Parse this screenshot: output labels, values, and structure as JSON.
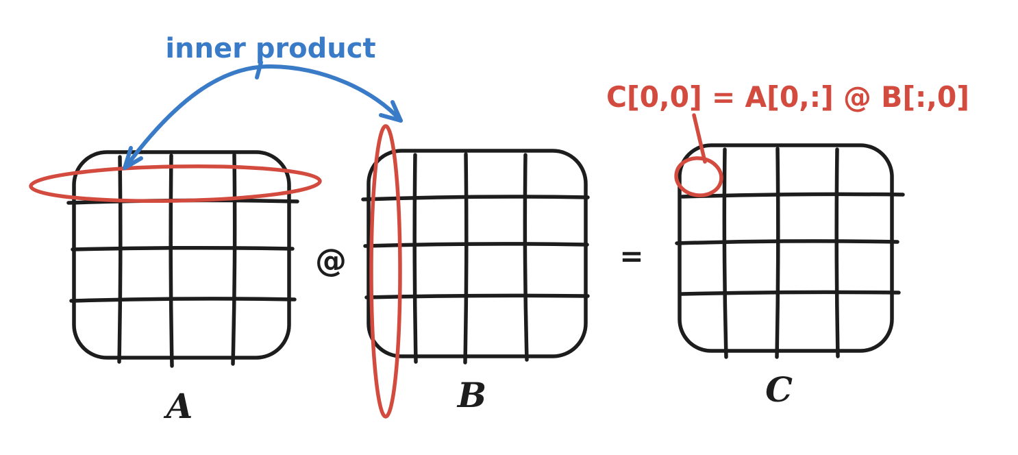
{
  "colors": {
    "background": "#ffffff",
    "ink": "#1d1d1d",
    "highlight": "#d24b3e",
    "callout": "#3a7bc8"
  },
  "callout": {
    "label": "inner product"
  },
  "formula": {
    "text": "C[0,0] = A[0,:] @ B[:,0]"
  },
  "operators": {
    "matmul": "@",
    "equals": "="
  },
  "matrices": [
    {
      "label": "A",
      "rows": 4,
      "cols": 4,
      "highlighted": "row 0 (A[0,:])"
    },
    {
      "label": "B",
      "rows": 4,
      "cols": 4,
      "highlighted": "column 0 (B[:,0])"
    },
    {
      "label": "C",
      "rows": 4,
      "cols": 4,
      "highlighted": "cell (0,0)"
    }
  ]
}
